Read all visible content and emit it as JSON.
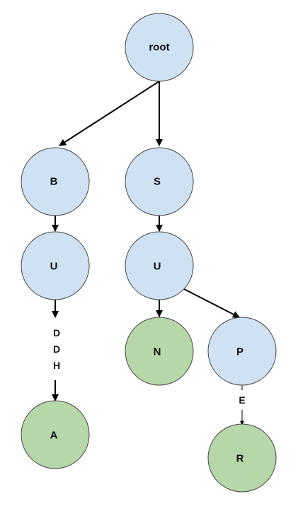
{
  "colors": {
    "internal_fill": "#cfe2f3",
    "leaf_fill": "#b6d7a8",
    "stroke": "#444444",
    "edge": "#000000"
  },
  "nodes": {
    "root": {
      "label": "root",
      "kind": "internal"
    },
    "B": {
      "label": "B",
      "kind": "internal"
    },
    "U1": {
      "label": "U",
      "kind": "internal"
    },
    "A": {
      "label": "A",
      "kind": "leaf"
    },
    "S": {
      "label": "S",
      "kind": "internal"
    },
    "U2": {
      "label": "U",
      "kind": "internal"
    },
    "N": {
      "label": "N",
      "kind": "leaf"
    },
    "P": {
      "label": "P",
      "kind": "internal"
    },
    "R": {
      "label": "R",
      "kind": "leaf"
    }
  },
  "edges": [
    {
      "from": "root",
      "to": "B",
      "label": ""
    },
    {
      "from": "root",
      "to": "S",
      "label": ""
    },
    {
      "from": "B",
      "to": "U1",
      "label": ""
    },
    {
      "from": "U1",
      "to": "A",
      "label": "DDH"
    },
    {
      "from": "S",
      "to": "U2",
      "label": ""
    },
    {
      "from": "U2",
      "to": "N",
      "label": ""
    },
    {
      "from": "U2",
      "to": "P",
      "label": ""
    },
    {
      "from": "P",
      "to": "R",
      "label": "E"
    }
  ]
}
